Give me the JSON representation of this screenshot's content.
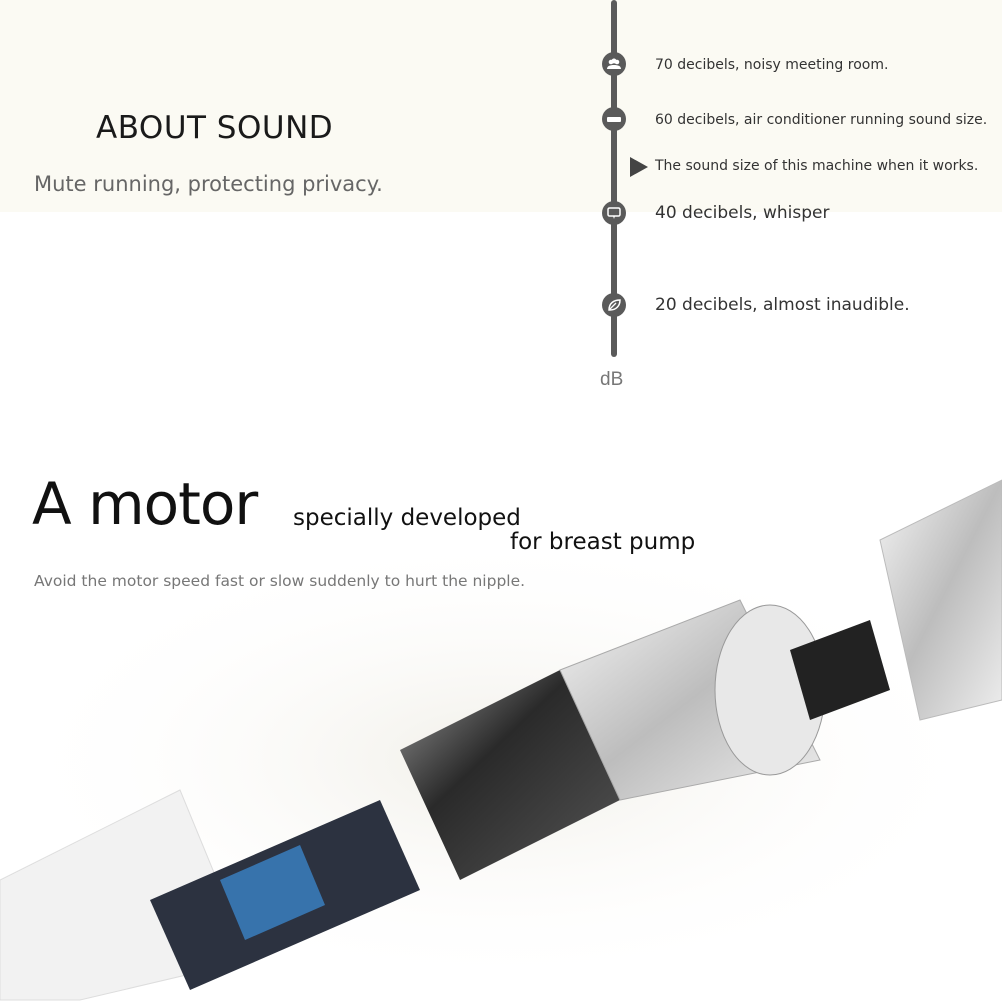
{
  "about": {
    "title": "ABOUT SOUND",
    "subtitle": "Mute running,  protecting privacy."
  },
  "sound_scale": {
    "levels": [
      {
        "icon": "people-icon",
        "label": "70 decibels, noisy meeting room."
      },
      {
        "icon": "air-conditioner-icon",
        "label": "60 decibels, air conditioner running sound size."
      },
      {
        "icon": "pointer-arrow-icon",
        "label": "The sound size of this machine when it works."
      },
      {
        "icon": "chat-bubble-icon",
        "label": "40 decibels, whisper"
      },
      {
        "icon": "leaf-icon",
        "label": "20 decibels, almost inaudible."
      }
    ],
    "unit": "dB"
  },
  "motor": {
    "headline": "A motor",
    "line1": "specially developed",
    "line2": "for breast pump",
    "description": "Avoid the motor speed fast or slow suddenly to hurt the nipple."
  }
}
